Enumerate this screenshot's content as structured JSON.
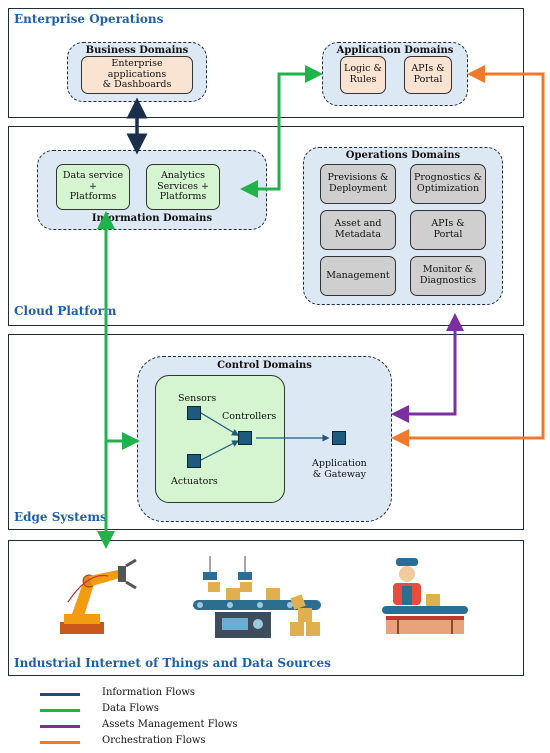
{
  "layers": {
    "enterprise": "Enterprise Operations",
    "cloud": "Cloud Platform",
    "edge": "Edge Systems",
    "iiot": "Industrial Internet of Things and Data Sources"
  },
  "business_domains": {
    "title": "Business Domains",
    "item": "Enterprise applications\n& Dashboards"
  },
  "application_domains": {
    "title": "Application Domains",
    "items": [
      "Logic &\nRules",
      "APIs &\nPortal"
    ]
  },
  "information_domains": {
    "title": "Information Domains",
    "items": [
      "Data service\n+\nPlatforms",
      "Analytics\nServices +\nPlatforms"
    ]
  },
  "operations_domains": {
    "title": "Operations Domains",
    "items": [
      "Previsions &\nDeployment",
      "Prognostics &\nOptimization",
      "Asset and\nMetadata",
      "APIs &\nPortal",
      "Management",
      "Monitor &\nDiagnostics"
    ]
  },
  "control_domains": {
    "title": "Control Domains",
    "sensors": "Sensors",
    "controllers": "Controllers",
    "actuators": "Actuators",
    "gateway": "Application\n& Gateway"
  },
  "icons": [
    "robot-arm-icon",
    "conveyor-boxes-icon",
    "factory-worker-icon"
  ],
  "legend": [
    {
      "label": "Information Flows",
      "color": "#1b4f72"
    },
    {
      "label": "Data Flows",
      "color": "#22b24c"
    },
    {
      "label": "Assets Management Flows",
      "color": "#7b2fa0"
    },
    {
      "label": "Orchestration Flows",
      "color": "#f07a2c"
    }
  ]
}
